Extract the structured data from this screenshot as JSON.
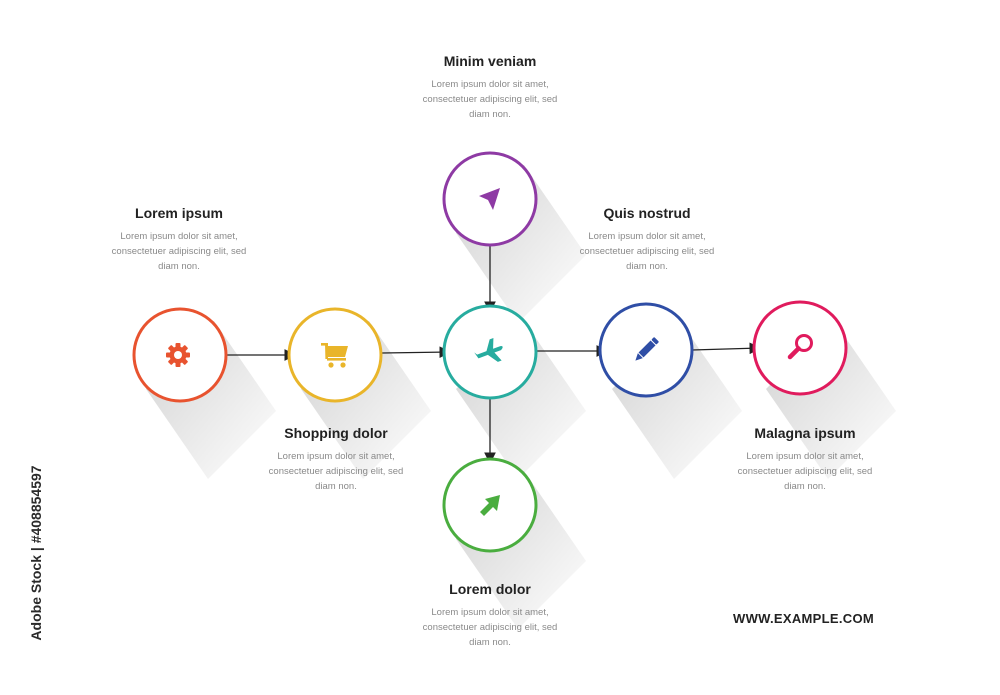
{
  "colors": {
    "settings": "#e8532f",
    "shopping": "#e9b52a",
    "plane": "#27ac9f",
    "pencil": "#2f4ea6",
    "search": "#e01b5d",
    "top": "#8e3aa4",
    "bottom": "#4aad3f",
    "arrow": "#222222"
  },
  "steps": [
    {
      "key": "settings",
      "icon": "gear-icon",
      "title": "Lorem ipsum",
      "desc": [
        "Lorem ipsum dolor sit amet,",
        "consectetuer adipiscing elit, sed",
        "diam non."
      ]
    },
    {
      "key": "shopping",
      "icon": "shopping-cart-icon",
      "title": "Shopping dolor",
      "desc": [
        "Lorem ipsum dolor sit amet,",
        "consectetuer adipiscing elit, sed",
        "diam non."
      ]
    },
    {
      "key": "top",
      "icon": "navigation-arrow-icon",
      "title": "Minim veniam",
      "desc": [
        "Lorem ipsum dolor sit amet,",
        "consectetuer adipiscing elit, sed",
        "diam non."
      ]
    },
    {
      "key": "pencil",
      "icon": "pencil-icon",
      "title": "Quis nostrud",
      "desc": [
        "Lorem ipsum dolor sit amet,",
        "consectetuer adipiscing elit, sed",
        "diam non."
      ]
    },
    {
      "key": "search",
      "icon": "magnifier-icon",
      "title": "Malagna ipsum",
      "desc": [
        "Lorem ipsum dolor sit amet,",
        "consectetuer adipiscing elit, sed",
        "diam non."
      ]
    },
    {
      "key": "bottom",
      "icon": "send-arrow-icon",
      "title": "Lorem dolor",
      "desc": [
        "Lorem ipsum dolor sit amet,",
        "consectetuer adipiscing elit, sed",
        "diam non."
      ]
    }
  ],
  "website": "WWW.EXAMPLE.COM",
  "watermark": "Adobe Stock | #408854597"
}
